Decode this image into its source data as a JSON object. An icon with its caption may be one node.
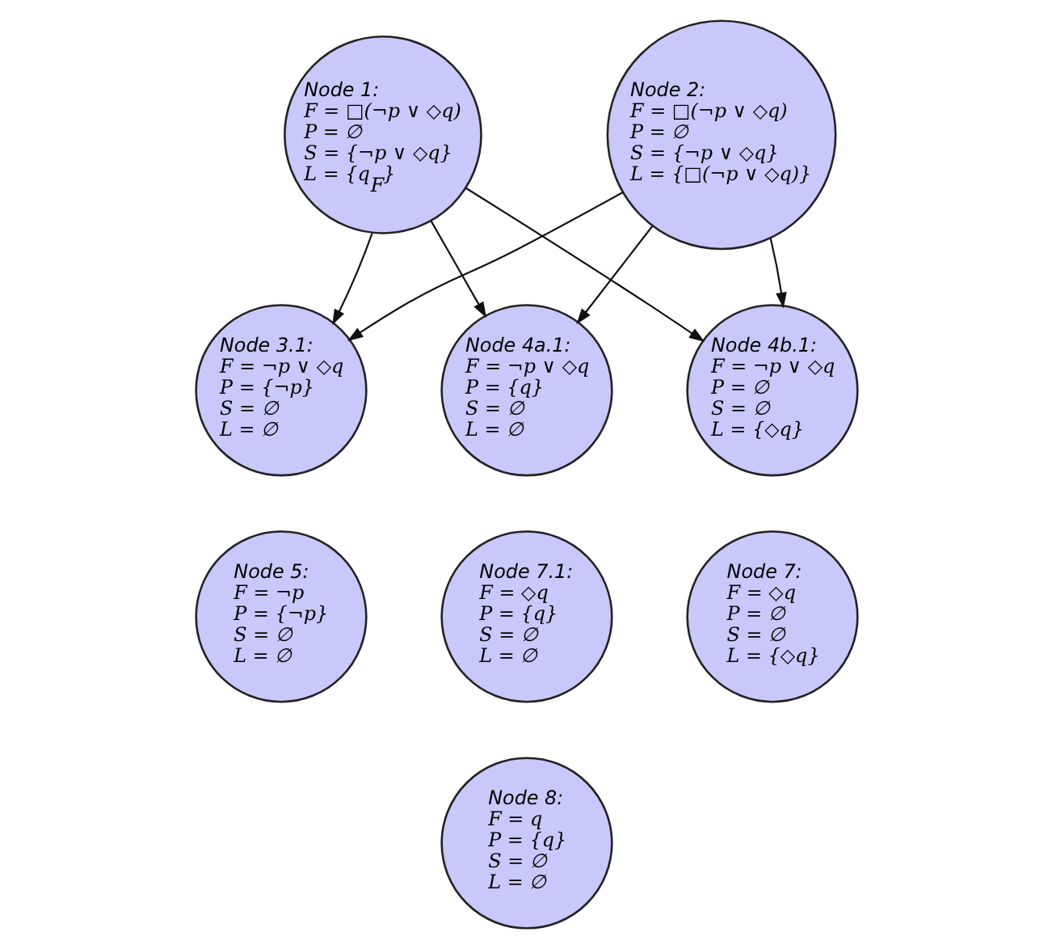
{
  "diagram": {
    "nodes": [
      {
        "text": [
          "Node 1:",
          "F = □(¬p ∨ ◇q)",
          "P = ∅",
          "S = {¬p ∨ ◇q}",
          "L = {q$_{F}$}"
        ]
      },
      {
        "text": [
          "Node 2:",
          "F = □(¬p ∨ ◇q)",
          "P = ∅",
          "S = {¬p ∨ ◇q}",
          "L = {□(¬p ∨ ◇q)}"
        ]
      },
      {
        "text": [
          "Node 3.1:",
          "F = ¬p ∨ ◇q",
          "P = {¬p}",
          "S = ∅",
          "L = ∅"
        ]
      },
      {
        "text": [
          "Node 4a.1:",
          "F = ¬p ∨ ◇q",
          "P = {q}",
          "S = ∅",
          "L = ∅"
        ]
      },
      {
        "text": [
          "Node 4b.1:",
          "F = ¬p ∨ ◇q",
          "P = ∅",
          "S = ∅",
          "L = {◇q}"
        ]
      },
      {
        "text": [
          "Node 5:",
          "F = ¬p",
          "P = {¬p}",
          "S = ∅",
          "L = ∅"
        ]
      },
      {
        "text": [
          "Node 7.1:",
          "F = ◇q",
          "P = {q}",
          "S = ∅",
          "L = ∅"
        ]
      },
      {
        "text": [
          "Node 7:",
          "F = ◇q",
          "P = ∅",
          "S = ∅",
          "L = {◇q}"
        ]
      },
      {
        "text": [
          "Node 8:",
          "F = q",
          "P = {q}",
          "S = ∅",
          "L = ∅"
        ]
      }
    ],
    "edges": [
      {
        "from": 0,
        "to": 2,
        "arrow": "to"
      },
      {
        "from": 0,
        "to": 3,
        "arrow": "to"
      },
      {
        "from": 0,
        "to": 4,
        "arrow": "to"
      },
      {
        "from": 1,
        "to": 2,
        "arrow": "to"
      },
      {
        "from": 1,
        "to": 3,
        "arrow": "to"
      },
      {
        "from": 1,
        "to": 4,
        "arrow": "to"
      }
    ]
  }
}
